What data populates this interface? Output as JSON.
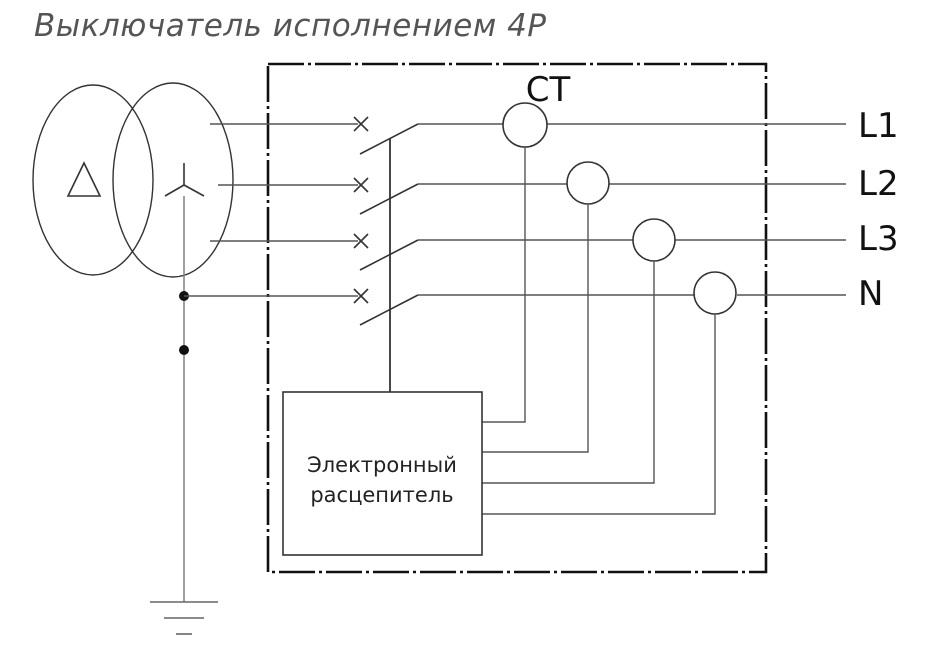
{
  "title": "Выключатель исполнением 4P",
  "labels": {
    "ct": "CT",
    "trip_unit_line1": "Электронный",
    "trip_unit_line2": "расцепитель",
    "phases": [
      "L1",
      "L2",
      "L3",
      "N"
    ]
  },
  "colors": {
    "line": "#555555",
    "dark": "#111111",
    "title": "#555555"
  },
  "icons": [
    "delta-icon",
    "star-icon",
    "ground-icon"
  ]
}
